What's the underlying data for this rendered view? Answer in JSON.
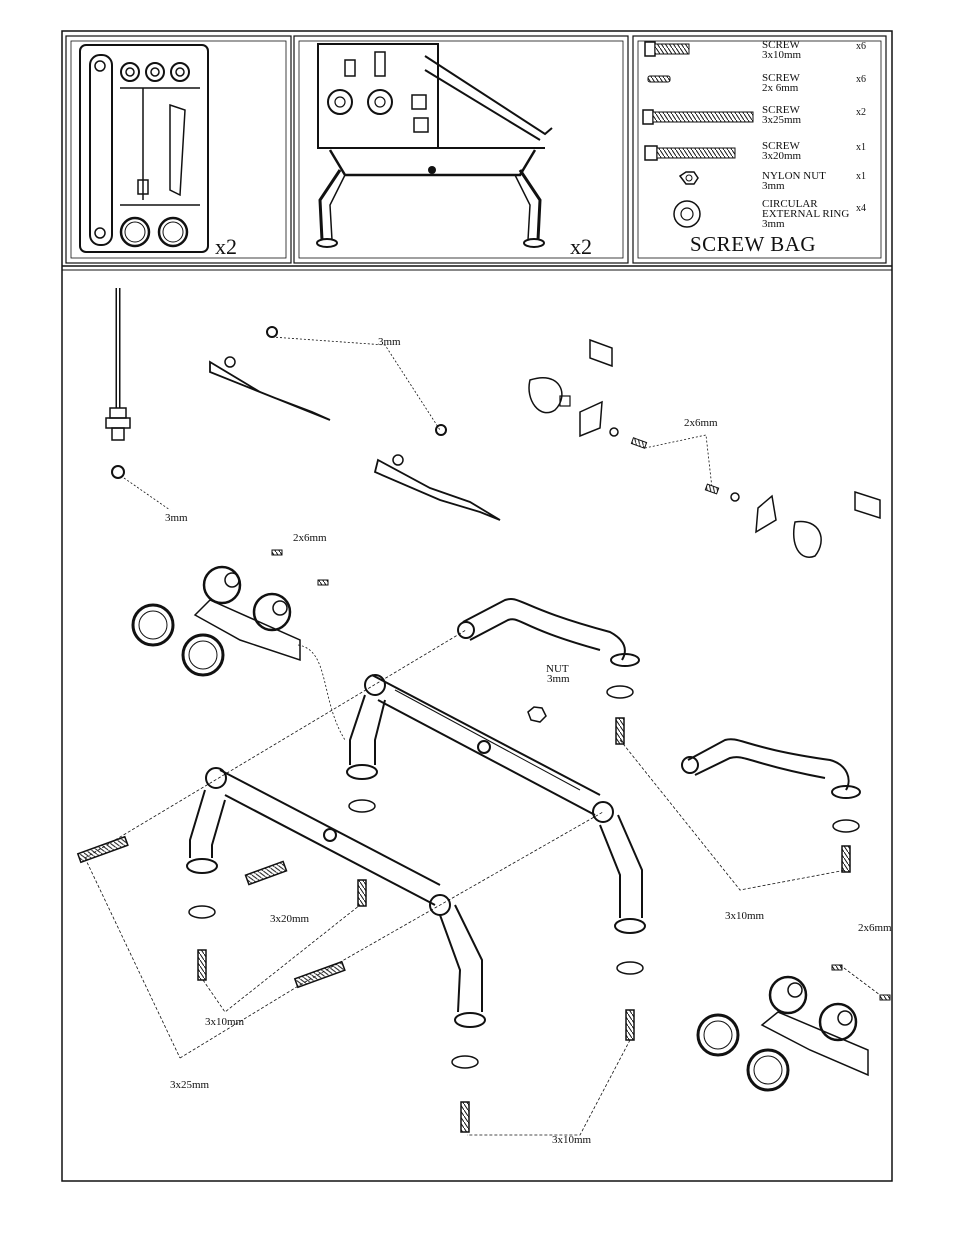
{
  "parts_tree_1": {
    "multiplier": "x2"
  },
  "parts_tree_2": {
    "multiplier": "x2"
  },
  "screw_bag": {
    "title": "SCREW BAG",
    "items": [
      {
        "name": "SCREW",
        "size": "3x10mm",
        "qty": "x6"
      },
      {
        "name": "SCREW",
        "size": "2x 6mm",
        "qty": "x6"
      },
      {
        "name": "SCREW",
        "size": "3x25mm",
        "qty": "x2"
      },
      {
        "name": "SCREW",
        "size": "3x20mm",
        "qty": "x1"
      },
      {
        "name": "NYLON NUT",
        "size": "3mm",
        "qty": "x1"
      },
      {
        "name": "CIRCULAR",
        "size": "EXTERNAL RING",
        "extra": "3mm",
        "qty": "x4"
      }
    ]
  },
  "callouts": {
    "ring_antenna": "3mm",
    "ring_wipers": "3mm",
    "screw_mirror": "2x6mm",
    "screw_light_left": "2x6mm",
    "nut_label": "NUT",
    "nut_size": "3mm",
    "screw_3x20": "3x20mm",
    "screw_3x10_left": "3x10mm",
    "screw_3x25": "3x25mm",
    "screw_3x10_right": "3x10mm",
    "screw_light_right": "2x6mm",
    "screw_3x10_bottom": "3x10mm"
  }
}
